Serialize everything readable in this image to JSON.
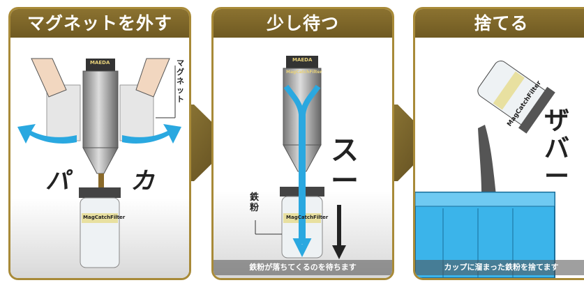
{
  "panels": [
    {
      "title": "マグネットを外す",
      "magnet_label": "マグネット",
      "sound_left": "パ",
      "sound_right": "カ",
      "brand_top": "MAEDA",
      "brand": "MagCatchFilter"
    },
    {
      "title": "少し待つ",
      "iron_label": "鉄粉",
      "sound": "スー",
      "brand_top": "MAEDA",
      "brand": "MagCatchFilter",
      "brand_lower": "MagCatchFilter",
      "caption": "鉄粉が落ちてくるのを待ちます"
    },
    {
      "title": "捨てる",
      "sound": "ザバー",
      "brand": "MagCatchFilter",
      "caption": "カップに溜まった鉄粉を捨てます"
    }
  ],
  "colors": {
    "gold": "#8b7230",
    "arrow_brown": "#6b5a2a",
    "flow_blue": "#2aa8e0",
    "bin_blue": "#3bb4ea"
  }
}
